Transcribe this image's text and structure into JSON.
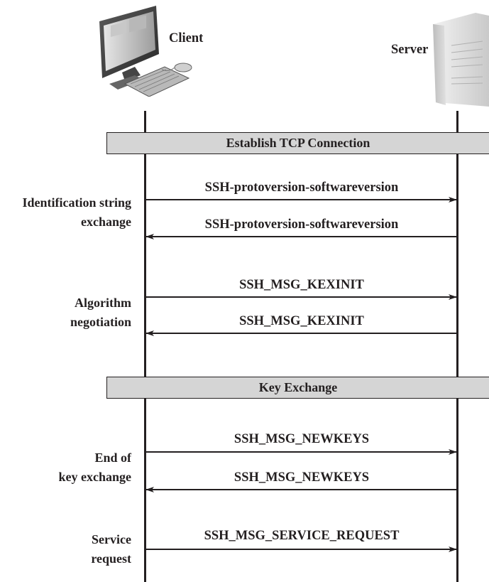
{
  "actors": {
    "client": "Client",
    "server": "Server"
  },
  "bars": {
    "tcp": "Establish TCP Connection",
    "kex": "Key Exchange"
  },
  "phases": {
    "ident": [
      "Identification string",
      "exchange"
    ],
    "algo": [
      "Algorithm",
      "negotiation"
    ],
    "end_kex": [
      "End of",
      "key exchange"
    ],
    "service": [
      "Service",
      "request"
    ]
  },
  "messages": [
    {
      "label": "SSH-protoversion-softwareversion",
      "dir": "client-to-server"
    },
    {
      "label": "SSH-protoversion-softwareversion",
      "dir": "server-to-client"
    },
    {
      "label": "SSH_MSG_KEXINIT",
      "dir": "client-to-server"
    },
    {
      "label": "SSH_MSG_KEXINIT",
      "dir": "server-to-client"
    },
    {
      "label": "SSH_MSG_NEWKEYS",
      "dir": "client-to-server"
    },
    {
      "label": "SSH_MSG_NEWKEYS",
      "dir": "server-to-client"
    },
    {
      "label": "SSH_MSG_SERVICE_REQUEST",
      "dir": "client-to-server"
    }
  ],
  "icons": {
    "client": "desktop-computer-icon",
    "server": "server-tower-icon"
  }
}
